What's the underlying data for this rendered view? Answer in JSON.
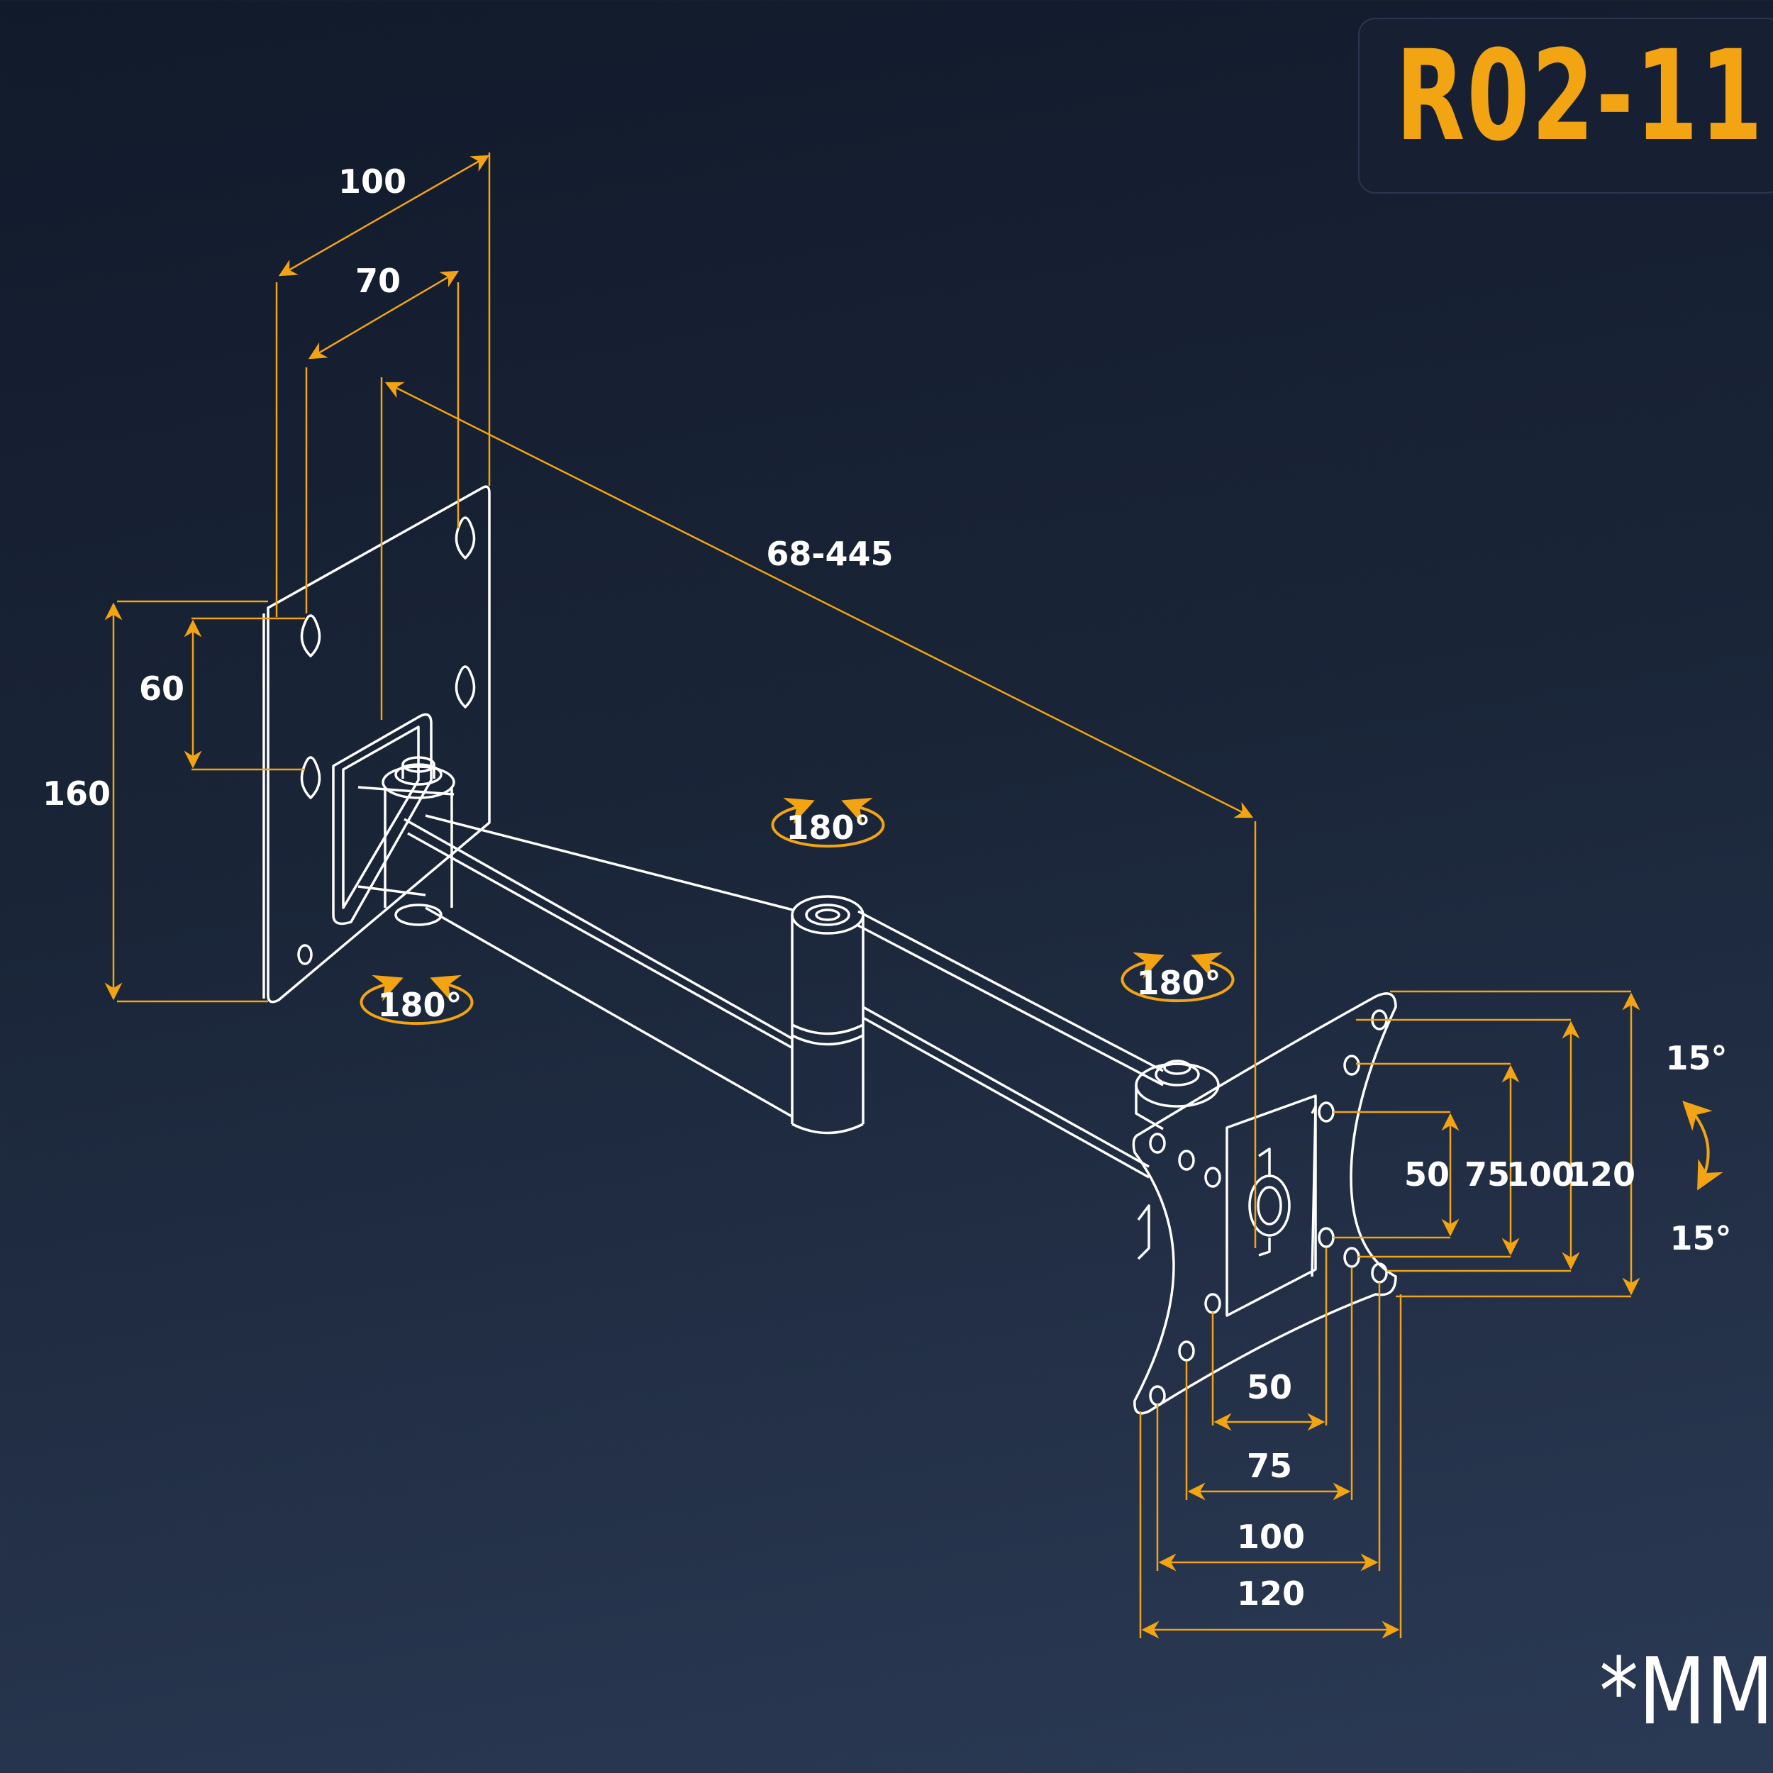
{
  "model_code": "R02-11",
  "unit_label": "*MM",
  "colors": {
    "accent": "#f2a413",
    "line": "#ffffff",
    "background_top": "#111a2b",
    "background_bottom": "#2b3a55"
  },
  "wall_plate": {
    "width_outer": "100",
    "width_inner": "70",
    "height_outer": "160",
    "height_inner": "60"
  },
  "arm": {
    "reach": "68-445",
    "rotation_wall": "180°",
    "rotation_middle": "180°",
    "rotation_head": "180°"
  },
  "vesa": {
    "vertical": [
      "50",
      "75",
      "100",
      "120"
    ],
    "horizontal": [
      "50",
      "75",
      "100",
      "120"
    ]
  },
  "tilt": {
    "up": "15°",
    "down": "15°"
  }
}
